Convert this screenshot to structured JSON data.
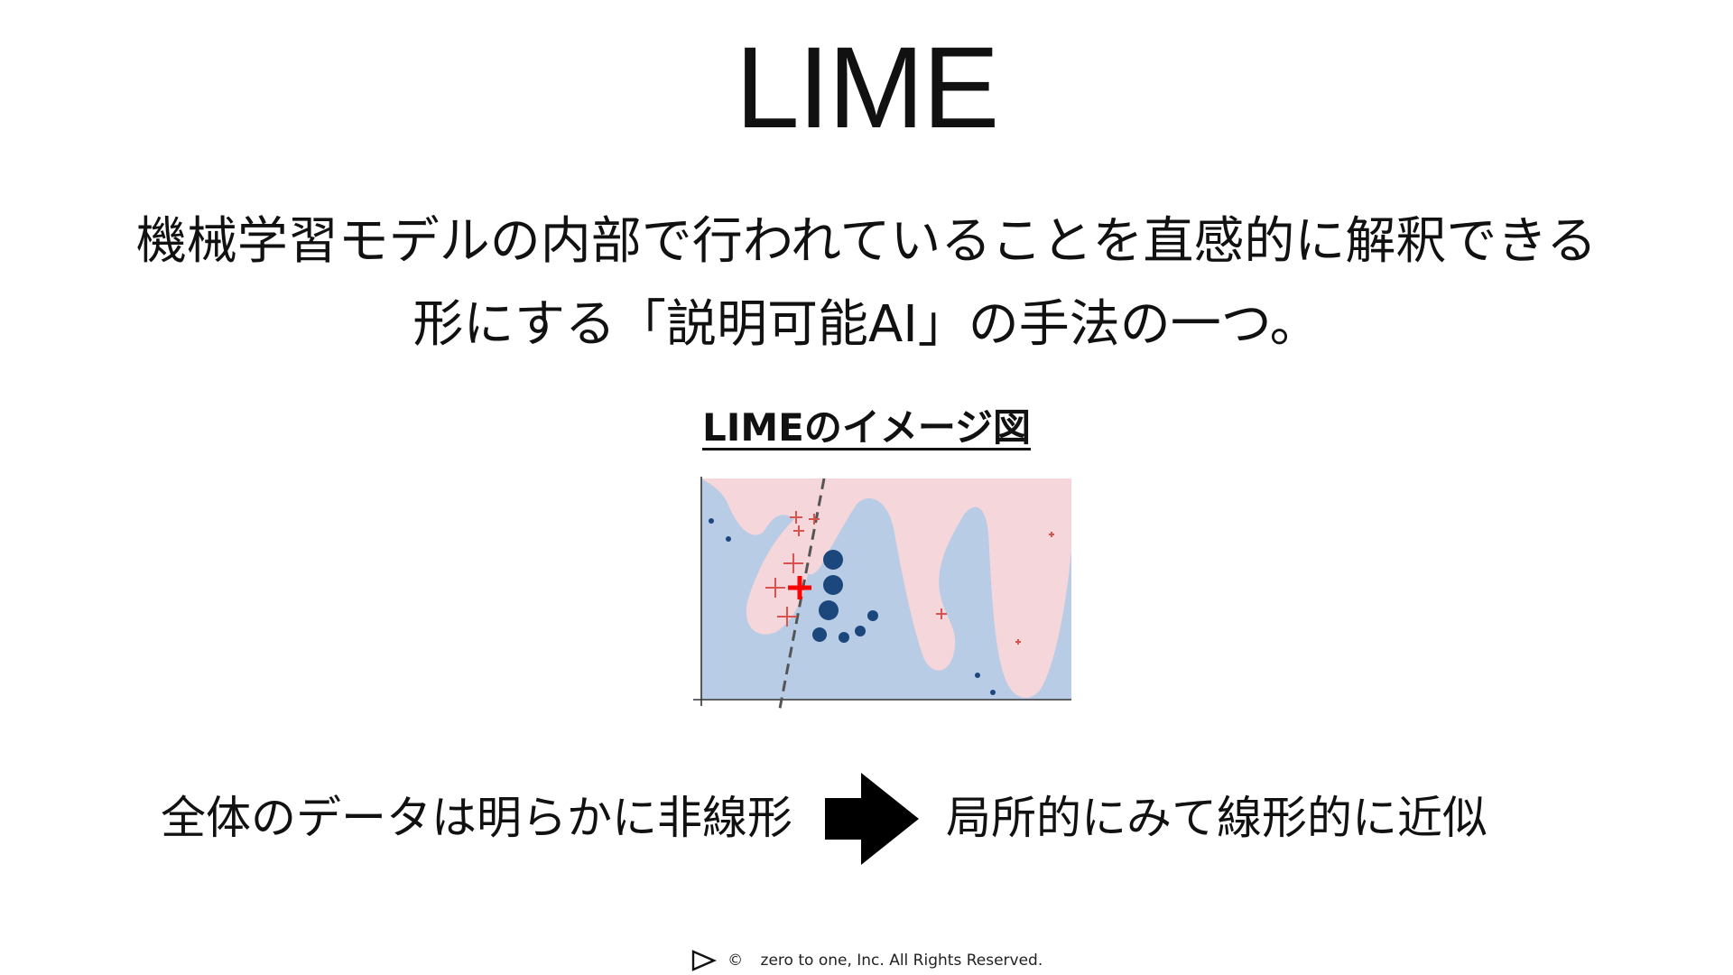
{
  "slide": {
    "title": "LIME",
    "description_line1": "機械学習モデルの内部で行われていることを直感的に解釈できる",
    "description_line2": "形にする「説明可能AI」の手法の一つ。",
    "figure_caption": "LIMEのイメージ図",
    "left_statement": "全体のデータは明らかに非線形",
    "right_statement": "局所的にみて線形的に近似",
    "arrow_icon": "right-arrow-icon"
  },
  "footer": {
    "copyright_symbol": "©",
    "text": "zero to one, Inc. All Rights Reserved.",
    "logo_icon": "play-triangle-icon"
  },
  "colors": {
    "background": "#ffffff",
    "text": "#111111",
    "region_blue": "#b9cce6",
    "region_pink": "#f5d6da",
    "point_blue": "#1c477d",
    "point_red": "#d9534f",
    "highlight_red": "#ff0000",
    "boundary_line": "#555555"
  }
}
